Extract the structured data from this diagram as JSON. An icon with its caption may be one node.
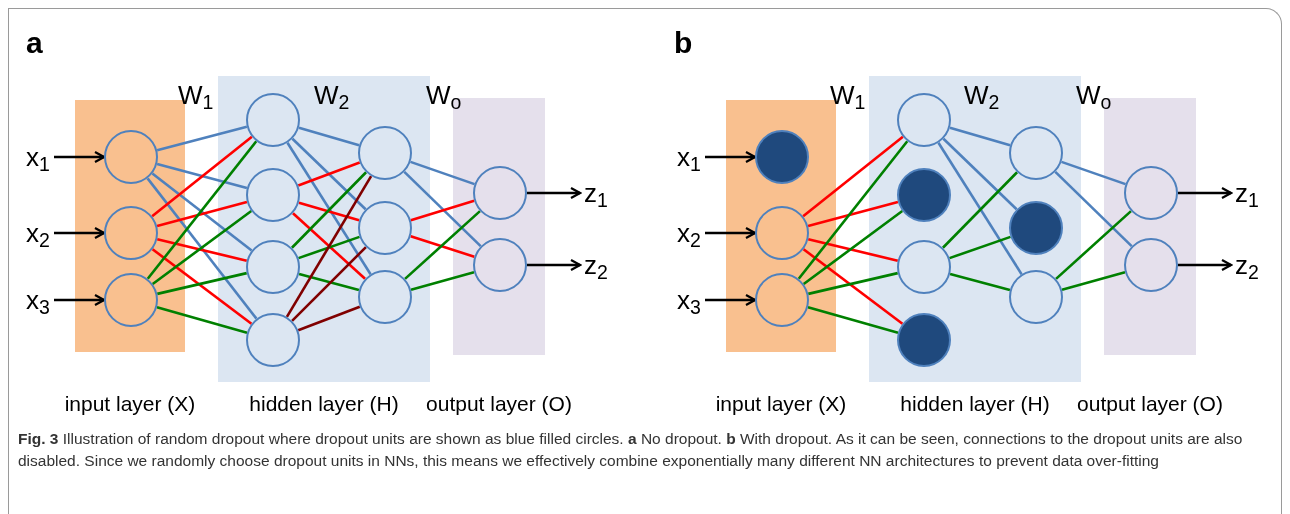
{
  "diagram": {
    "caption": "**Fig. 3** Illustration of random dropout where dropout units are shown as blue filled circles. **a** No dropout. **b** With dropout. As it can be seen, connections to the dropout units are also disabled. Since we randomly choose dropout units in NNs, this means we effectively combine exponentially many different NN architectures to prevent data over-fitting",
    "nodes": [
      {
        "text": [
          "x$_{1}$"
        ]
      },
      {
        "text": [
          "x$_{2}$"
        ]
      },
      {
        "text": [
          "x$_{3}$"
        ]
      },
      {
        "text": [
          "input layer (X)"
        ]
      },
      {
        "text": [],
        "shape": "circle",
        "in": 3
      },
      {
        "text": [],
        "shape": "circle",
        "in": 3
      },
      {
        "text": [],
        "shape": "circle",
        "in": 3
      },
      {
        "text": [
          "hidden layer (H)"
        ]
      },
      {
        "text": [],
        "shape": "circle",
        "in": 7
      },
      {
        "text": [],
        "shape": "circle",
        "in": 7
      },
      {
        "text": [],
        "shape": "circle",
        "in": 7
      },
      {
        "text": [],
        "shape": "circle",
        "in": 7
      },
      {
        "text": [],
        "shape": "circle",
        "in": 7
      },
      {
        "text": [],
        "shape": "circle",
        "in": 7
      },
      {
        "text": [],
        "shape": "circle",
        "in": 7
      },
      {
        "text": [
          "output layer (O)"
        ]
      },
      {
        "text": [],
        "shape": "circle",
        "in": 15
      },
      {
        "text": [],
        "shape": "circle",
        "in": 15
      },
      {
        "text": [
          "z$_{1}$"
        ]
      },
      {
        "text": [
          "z$_{2}$"
        ]
      },
      {
        "text": [
          "x$_{1}$"
        ]
      },
      {
        "text": [
          "x$_{2}$"
        ]
      },
      {
        "text": [
          "x$_{3}$"
        ]
      },
      {
        "text": [
          "input layer (X)"
        ]
      },
      {
        "text": [],
        "shape": "disc",
        "in": 23
      },
      {
        "text": [],
        "shape": "circle",
        "in": 23
      },
      {
        "text": [],
        "shape": "circle",
        "in": 23
      },
      {
        "text": [
          "hidden layer (H)"
        ]
      },
      {
        "text": [],
        "shape": "circle",
        "in": 27
      },
      {
        "text": [],
        "shape": "disc",
        "in": 27
      },
      {
        "text": [],
        "shape": "circle",
        "in": 27
      },
      {
        "text": [],
        "shape": "disc",
        "in": 27
      },
      {
        "text": [],
        "shape": "circle",
        "in": 27
      },
      {
        "text": [],
        "shape": "disc",
        "in": 27
      },
      {
        "text": [],
        "shape": "circle",
        "in": 27
      },
      {
        "text": [
          "output layer (O)"
        ]
      },
      {
        "text": [],
        "shape": "circle",
        "in": 35
      },
      {
        "text": [],
        "shape": "circle",
        "in": 35
      },
      {
        "text": [
          "z$_{1}$"
        ]
      },
      {
        "text": [
          "z$_{2}$"
        ]
      }
    ],
    "edges": [
      {
        "from": 0,
        "to": 4,
        "arrow": "to",
        "color": "#000000"
      },
      {
        "from": 1,
        "to": 5,
        "arrow": "to",
        "color": "#000000"
      },
      {
        "from": 2,
        "to": 6,
        "arrow": "to",
        "color": "#000000"
      },
      {
        "from": 4,
        "to": 8,
        "arrow": "none",
        "color": "#4f81bd"
      },
      {
        "from": 4,
        "to": 9,
        "arrow": "none",
        "color": "#4f81bd"
      },
      {
        "from": 4,
        "to": 10,
        "arrow": "none",
        "color": "#4f81bd"
      },
      {
        "from": 4,
        "to": 11,
        "arrow": "none",
        "color": "#4f81bd"
      },
      {
        "from": 5,
        "to": 8,
        "arrow": "none",
        "color": "#ff0000"
      },
      {
        "from": 5,
        "to": 9,
        "arrow": "none",
        "color": "#ff0000"
      },
      {
        "from": 5,
        "to": 10,
        "arrow": "none",
        "color": "#ff0000"
      },
      {
        "from": 5,
        "to": 11,
        "arrow": "none",
        "color": "#ff0000"
      },
      {
        "from": 6,
        "to": 8,
        "arrow": "none",
        "color": "#008000"
      },
      {
        "from": 6,
        "to": 9,
        "arrow": "none",
        "color": "#008000"
      },
      {
        "from": 6,
        "to": 10,
        "arrow": "none",
        "color": "#008000"
      },
      {
        "from": 6,
        "to": 11,
        "arrow": "none",
        "color": "#008000"
      },
      {
        "from": 8,
        "to": 12,
        "arrow": "none",
        "color": "#4f81bd"
      },
      {
        "from": 8,
        "to": 13,
        "arrow": "none",
        "color": "#4f81bd"
      },
      {
        "from": 8,
        "to": 14,
        "arrow": "none",
        "color": "#4f81bd"
      },
      {
        "from": 9,
        "to": 12,
        "arrow": "none",
        "color": "#ff0000"
      },
      {
        "from": 9,
        "to": 13,
        "arrow": "none",
        "color": "#ff0000"
      },
      {
        "from": 9,
        "to": 14,
        "arrow": "none",
        "color": "#ff0000"
      },
      {
        "from": 10,
        "to": 12,
        "arrow": "none",
        "color": "#008000"
      },
      {
        "from": 10,
        "to": 13,
        "arrow": "none",
        "color": "#008000"
      },
      {
        "from": 10,
        "to": 14,
        "arrow": "none",
        "color": "#008000"
      },
      {
        "from": 11,
        "to": 12,
        "arrow": "none",
        "color": "#800000"
      },
      {
        "from": 11,
        "to": 13,
        "arrow": "none",
        "color": "#800000"
      },
      {
        "from": 11,
        "to": 14,
        "arrow": "none",
        "color": "#800000"
      },
      {
        "from": 12,
        "to": 16,
        "arrow": "none",
        "color": "#4f81bd"
      },
      {
        "from": 12,
        "to": 17,
        "arrow": "none",
        "color": "#4f81bd"
      },
      {
        "from": 13,
        "to": 16,
        "arrow": "none",
        "color": "#ff0000"
      },
      {
        "from": 13,
        "to": 17,
        "arrow": "none",
        "color": "#ff0000"
      },
      {
        "from": 14,
        "to": 16,
        "arrow": "none",
        "color": "#008000"
      },
      {
        "from": 14,
        "to": 17,
        "arrow": "none",
        "color": "#008000"
      },
      {
        "from": 16,
        "to": 18,
        "arrow": "to",
        "color": "#000000"
      },
      {
        "from": 17,
        "to": 19,
        "arrow": "to",
        "color": "#000000"
      },
      {
        "from": 20,
        "to": 24,
        "arrow": "to",
        "color": "#000000"
      },
      {
        "from": 21,
        "to": 25,
        "arrow": "to",
        "color": "#000000"
      },
      {
        "from": 22,
        "to": 26,
        "arrow": "to",
        "color": "#000000"
      },
      {
        "from": 25,
        "to": 28,
        "arrow": "none",
        "color": "#ff0000"
      },
      {
        "from": 25,
        "to": 29,
        "arrow": "none",
        "color": "#ff0000"
      },
      {
        "from": 25,
        "to": 30,
        "arrow": "none",
        "color": "#ff0000"
      },
      {
        "from": 25,
        "to": 31,
        "arrow": "none",
        "color": "#ff0000"
      },
      {
        "from": 26,
        "to": 28,
        "arrow": "none",
        "color": "#008000"
      },
      {
        "from": 26,
        "to": 29,
        "arrow": "none",
        "color": "#008000"
      },
      {
        "from": 26,
        "to": 30,
        "arrow": "none",
        "color": "#008000"
      },
      {
        "from": 26,
        "to": 31,
        "arrow": "none",
        "color": "#008000"
      },
      {
        "from": 28,
        "to": 32,
        "arrow": "none",
        "color": "#4f81bd"
      },
      {
        "from": 28,
        "to": 33,
        "arrow": "none",
        "color": "#4f81bd"
      },
      {
        "from": 28,
        "to": 34,
        "arrow": "none",
        "color": "#4f81bd"
      },
      {
        "from": 30,
        "to": 32,
        "arrow": "none",
        "color": "#008000"
      },
      {
        "from": 30,
        "to": 33,
        "arrow": "none",
        "color": "#008000"
      },
      {
        "from": 30,
        "to": 34,
        "arrow": "none",
        "color": "#008000"
      },
      {
        "from": 32,
        "to": 36,
        "arrow": "none",
        "color": "#4f81bd"
      },
      {
        "from": 32,
        "to": 37,
        "arrow": "none",
        "color": "#4f81bd"
      },
      {
        "from": 34,
        "to": 36,
        "arrow": "none",
        "color": "#008000"
      },
      {
        "from": 34,
        "to": 37,
        "arrow": "none",
        "color": "#008000"
      },
      {
        "from": 36,
        "to": 38,
        "arrow": "to",
        "color": "#000000"
      },
      {
        "from": 37,
        "to": 39,
        "arrow": "to",
        "color": "#000000"
      }
    ],
    "labels": [
      "a",
      "W$_{1}$",
      "W$_{2}$",
      "W$_{o}$",
      "b",
      "W$_{1}$",
      "W$_{2}$",
      "W$_{o}$"
    ]
  }
}
